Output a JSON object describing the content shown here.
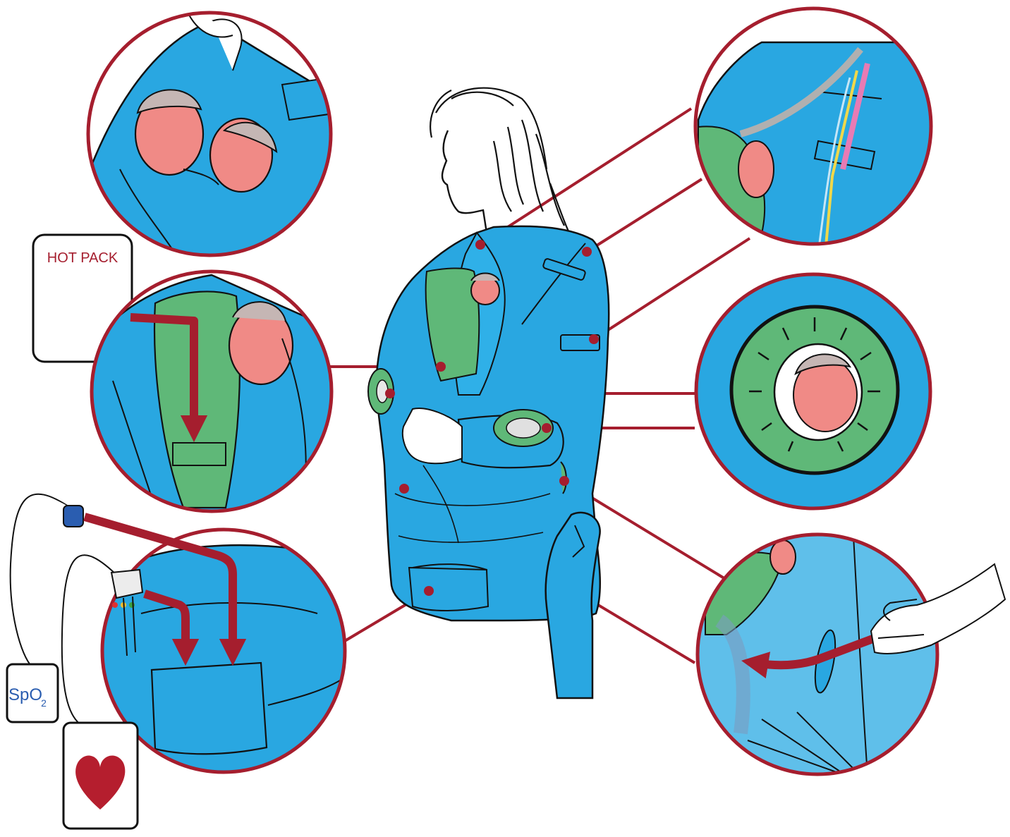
{
  "labels": {
    "hot_pack": "HOT PACK",
    "spo2_main": "SpO",
    "spo2_sub": "2"
  },
  "colors": {
    "gown_blue": "#29a7e1",
    "pouch_green": "#5fb878",
    "skin_pink": "#f08a86",
    "hat_grey": "#c5b6b4",
    "callout_red": "#a51e2e",
    "outline": "#111111",
    "spo2_text": "#2a5db0"
  },
  "icons": [
    "heart-icon",
    "spo2-sensor-icon",
    "ecg-clip-icon",
    "hot-pack-icon",
    "helping-hand-icon"
  ]
}
